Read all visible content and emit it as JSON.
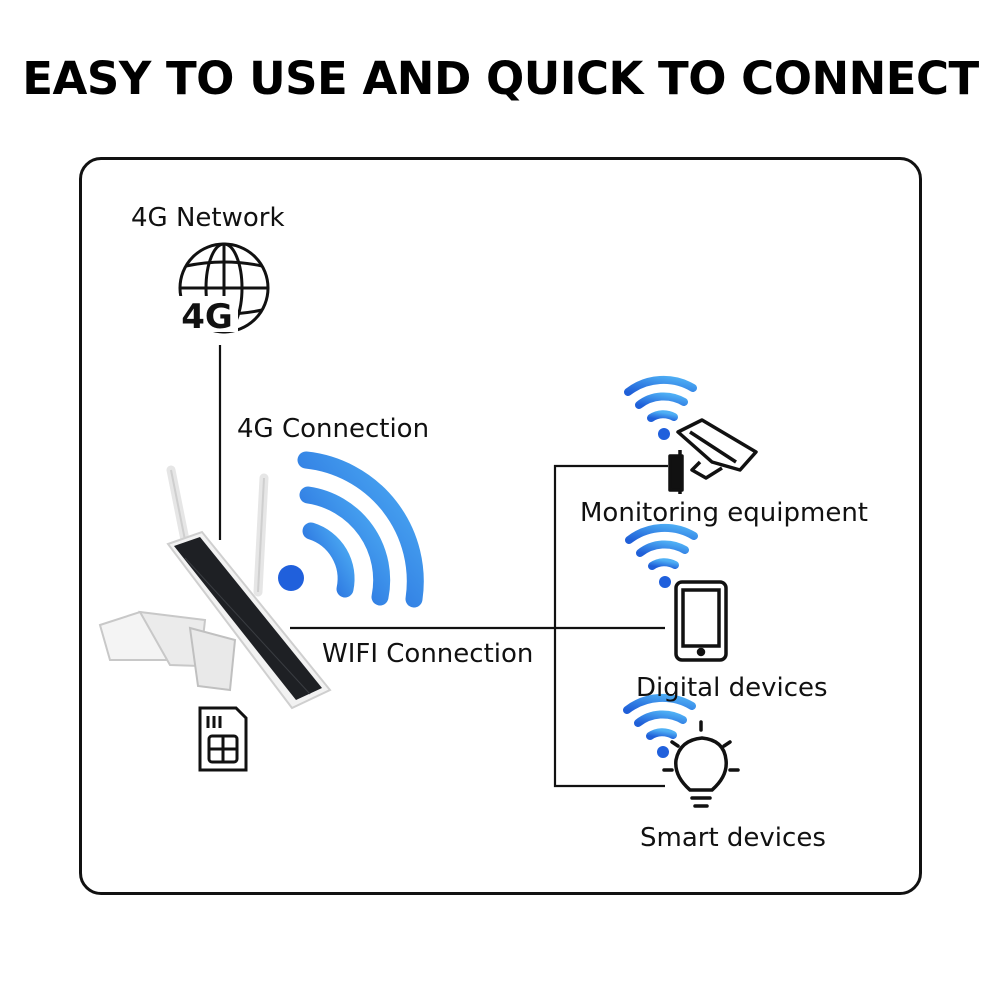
{
  "title": "EASY TO USE AND QUICK TO CONNECT",
  "labels": {
    "network": "4G Network",
    "globe_badge": "4G",
    "connection_4g": "4G Connection",
    "connection_wifi": "WIFI Connection",
    "monitoring": "Monitoring equipment",
    "digital": "Digital devices",
    "smart": "Smart devices"
  },
  "colors": {
    "wifi_blue": "#2f7fe6",
    "line": "#111111",
    "panel": "#1e2024"
  },
  "icons": [
    "globe-icon",
    "wifi-large-icon",
    "camera-device-icon",
    "sim-card-icon",
    "wifi-small-icon",
    "cctv-camera-icon",
    "smartphone-icon",
    "light-bulb-icon"
  ]
}
